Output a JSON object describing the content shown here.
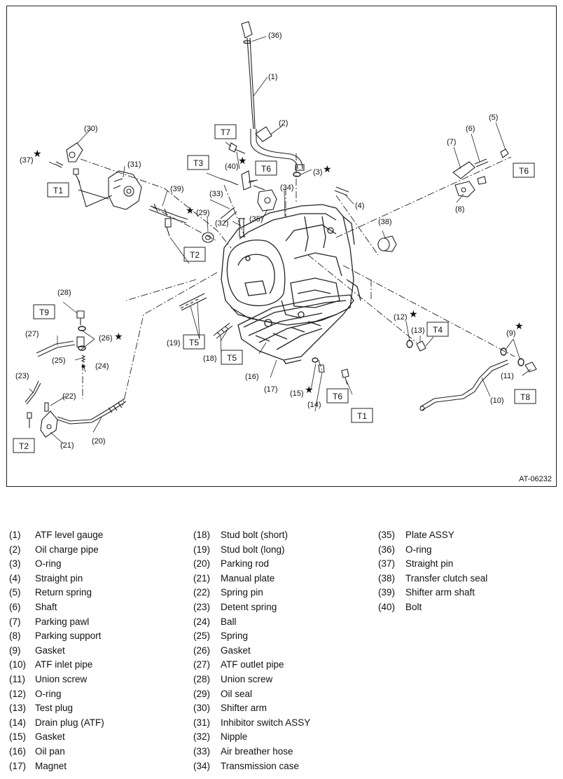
{
  "figure_code": "AT-06232",
  "star_symbol": "★",
  "callouts": {
    "c1": "(1)",
    "c2": "(2)",
    "c3": "(3)",
    "c4": "(4)",
    "c5": "(5)",
    "c6": "(6)",
    "c7": "(7)",
    "c8": "(8)",
    "c9": "(9)",
    "c10": "(10)",
    "c11": "(11)",
    "c12": "(12)",
    "c13": "(13)",
    "c14": "(14)",
    "c15": "(15)",
    "c16": "(16)",
    "c17": "(17)",
    "c18": "(18)",
    "c19": "(19)",
    "c20": "(20)",
    "c21": "(21)",
    "c22": "(22)",
    "c23": "(23)",
    "c24": "(24)",
    "c25": "(25)",
    "c26": "(26)",
    "c27": "(27)",
    "c28": "(28)",
    "c29": "(29)",
    "c30": "(30)",
    "c31": "(31)",
    "c32": "(32)",
    "c33": "(33)",
    "c34": "(34)",
    "c35": "(35)",
    "c36": "(36)",
    "c37": "(37)",
    "c38": "(38)",
    "c39": "(39)",
    "c40": "(40)"
  },
  "torque_labels": {
    "t1": "T1",
    "t2": "T2",
    "t3": "T3",
    "t4": "T4",
    "t5": "T5",
    "t6": "T6",
    "t7": "T7",
    "t8": "T8",
    "t9": "T9"
  },
  "legend": {
    "col1": [
      {
        "num": "(1)",
        "name": "ATF level gauge"
      },
      {
        "num": "(2)",
        "name": "Oil charge pipe"
      },
      {
        "num": "(3)",
        "name": "O-ring"
      },
      {
        "num": "(4)",
        "name": "Straight pin"
      },
      {
        "num": "(5)",
        "name": "Return spring"
      },
      {
        "num": "(6)",
        "name": "Shaft"
      },
      {
        "num": "(7)",
        "name": "Parking pawl"
      },
      {
        "num": "(8)",
        "name": "Parking support"
      },
      {
        "num": "(9)",
        "name": "Gasket"
      },
      {
        "num": "(10)",
        "name": "ATF inlet pipe"
      },
      {
        "num": "(11)",
        "name": "Union screw"
      },
      {
        "num": "(12)",
        "name": "O-ring"
      },
      {
        "num": "(13)",
        "name": "Test plug"
      },
      {
        "num": "(14)",
        "name": "Drain plug (ATF)"
      },
      {
        "num": "(15)",
        "name": "Gasket"
      },
      {
        "num": "(16)",
        "name": "Oil pan"
      },
      {
        "num": "(17)",
        "name": "Magnet"
      }
    ],
    "col2": [
      {
        "num": "(18)",
        "name": "Stud bolt (short)"
      },
      {
        "num": "(19)",
        "name": "Stud bolt (long)"
      },
      {
        "num": "(20)",
        "name": "Parking rod"
      },
      {
        "num": "(21)",
        "name": "Manual plate"
      },
      {
        "num": "(22)",
        "name": "Spring pin"
      },
      {
        "num": "(23)",
        "name": "Detent spring"
      },
      {
        "num": "(24)",
        "name": "Ball"
      },
      {
        "num": "(25)",
        "name": "Spring"
      },
      {
        "num": "(26)",
        "name": "Gasket"
      },
      {
        "num": "(27)",
        "name": "ATF outlet pipe"
      },
      {
        "num": "(28)",
        "name": "Union screw"
      },
      {
        "num": "(29)",
        "name": "Oil seal"
      },
      {
        "num": "(30)",
        "name": "Shifter arm"
      },
      {
        "num": "(31)",
        "name": "Inhibitor switch ASSY"
      },
      {
        "num": "(32)",
        "name": "Nipple"
      },
      {
        "num": "(33)",
        "name": "Air breather hose"
      },
      {
        "num": "(34)",
        "name": "Transmission case"
      }
    ],
    "col3": [
      {
        "num": "(35)",
        "name": "Plate ASSY"
      },
      {
        "num": "(36)",
        "name": "O-ring"
      },
      {
        "num": "(37)",
        "name": "Straight pin"
      },
      {
        "num": "(38)",
        "name": "Transfer clutch seal"
      },
      {
        "num": "(39)",
        "name": "Shifter arm shaft"
      },
      {
        "num": "(40)",
        "name": "Bolt"
      }
    ]
  }
}
